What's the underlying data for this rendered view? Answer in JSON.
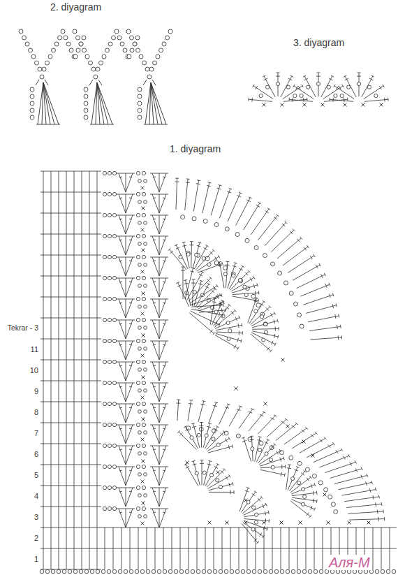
{
  "diagram": {
    "labels": [
      "2. diyagram",
      "3. diyagram",
      "1. diyagram",
      "Tekrar - 3",
      "11",
      "10",
      "9",
      "8",
      "7",
      "6",
      "5",
      "4",
      "3",
      "2",
      "1",
      "Аля-М"
    ]
  }
}
